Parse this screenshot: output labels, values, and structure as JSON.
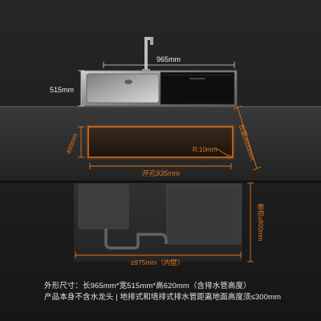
{
  "dimensions": {
    "sink_width": "965mm",
    "sink_depth": "515mm",
    "cutout_depth": "490mm",
    "cutout_width": "开孔935mm",
    "corner_radius": "R:10mm",
    "countertop_depth": "台面≥600mm",
    "cabinet_height": "橱柜≥800mm",
    "cabinet_inner_width": "≥975mm（内壁）"
  },
  "specs": {
    "line1": "外形尺寸：长965mm*宽515mm*高620mm（含排水管高度）",
    "line2": "产品本身不含水龙头 | 地排式和墙排式排水管距离地面高度须≤300mm"
  },
  "colors": {
    "background": "#1c1c1c",
    "accent_orange": "#e2761e",
    "stainless_steel": "#8a8a8a",
    "dishwasher_panel": "#101010"
  },
  "icons": {
    "faucet": "faucet-icon",
    "drain_pipe": "drain-pipe-icon"
  }
}
